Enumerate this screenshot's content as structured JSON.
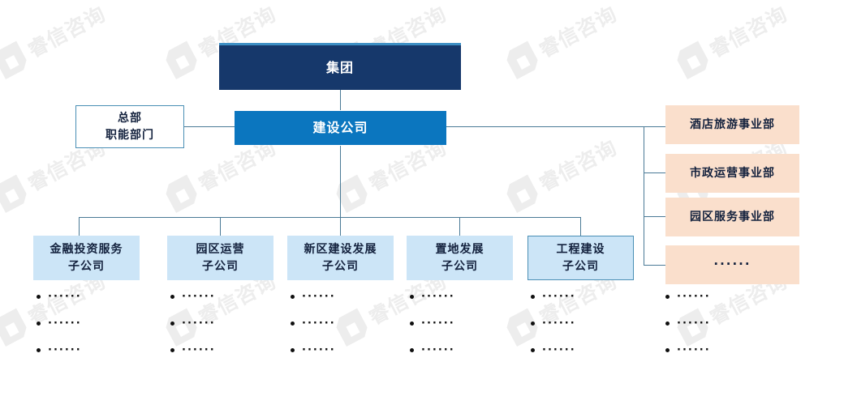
{
  "diagram": {
    "title_node": {
      "label": "集团",
      "color": "#16386b"
    },
    "hq_node": {
      "label": "总部\n职能部门",
      "label_line1": "总部",
      "label_line2": "职能部门"
    },
    "company_node": {
      "label": "建设公司",
      "color": "#0b76bf"
    },
    "subsidiaries": [
      {
        "line1": "金融投资服务",
        "line2": "子公司"
      },
      {
        "line1": "园区运营",
        "line2": "子公司"
      },
      {
        "line1": "新区建设发展",
        "line2": "子公司"
      },
      {
        "line1": "置地发展",
        "line2": "子公司"
      },
      {
        "line1": "工程建设",
        "line2": "子公司"
      }
    ],
    "divisions": [
      {
        "label": "酒店旅游事业部"
      },
      {
        "label": "市政运营事业部"
      },
      {
        "label": "园区服务事业部"
      },
      {
        "label": "······"
      }
    ],
    "bullet_placeholder": "······",
    "bullet_columns": 6,
    "bullet_rows": 3,
    "colors": {
      "group_navy": "#16386b",
      "group_top_border": "#3d8fc4",
      "company_blue": "#0b76bf",
      "subsidiary_blue": "#cce5f7",
      "division_peach": "#fadfcc",
      "line": "#4a7a96",
      "watermark": "#ededed"
    },
    "watermark": {
      "text": "睿信咨询"
    }
  }
}
